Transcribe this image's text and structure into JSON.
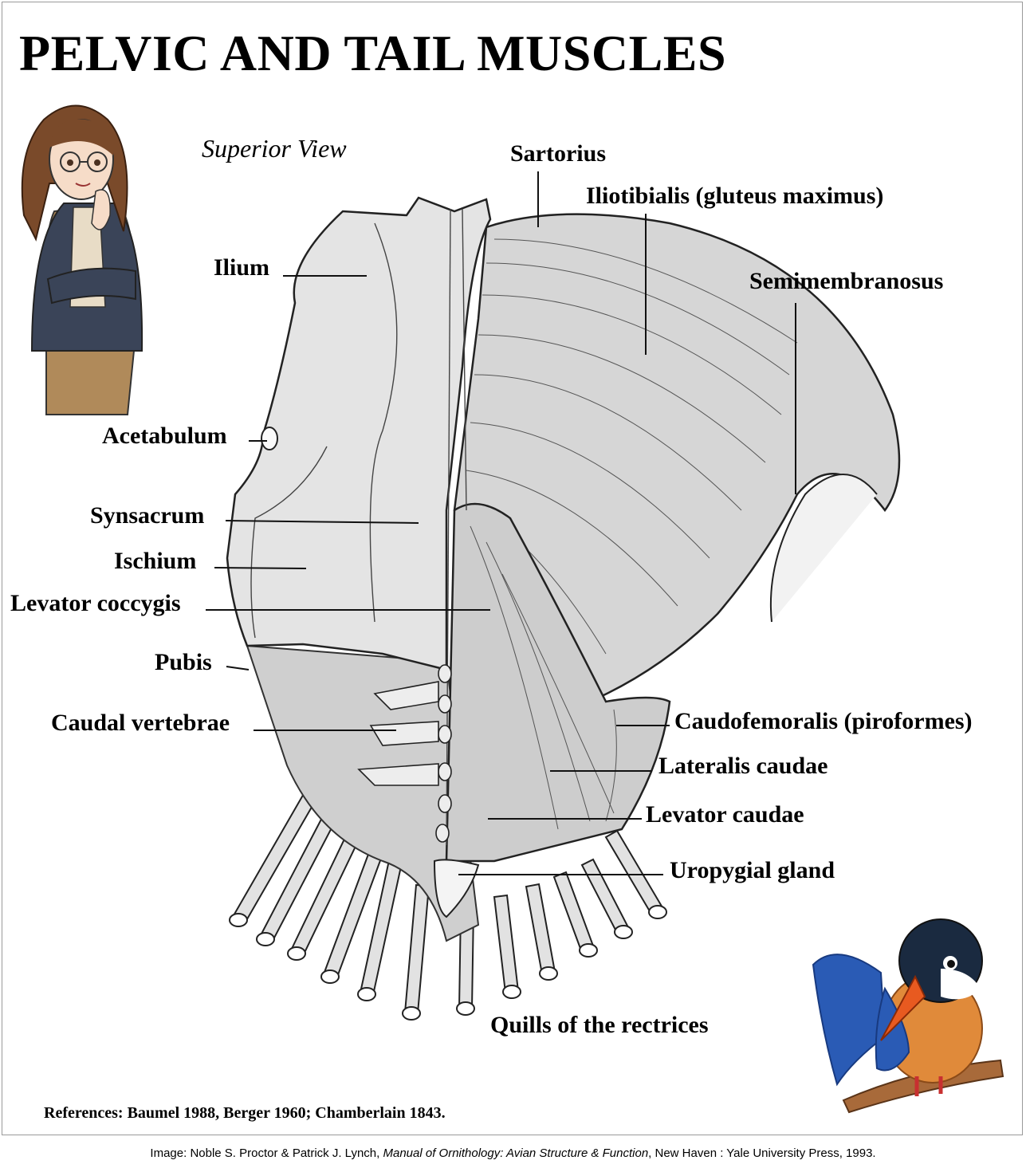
{
  "title": "PELVIC AND TAIL MUSCLES",
  "view": "Superior View",
  "labels": {
    "sartorius": "Sartorius",
    "iliotibialis": "Iliotibialis (gluteus maximus)",
    "semimembranosus": "Semimembranosus",
    "ilium": "Ilium",
    "acetabulum": "Acetabulum",
    "synsacrum": "Synsacrum",
    "ischium": "Ischium",
    "levator_coccygis": "Levator coccygis",
    "pubis": "Pubis",
    "caudal_vertebrae": "Caudal vertebrae",
    "caudofemoralis": "Caudofemoralis (piroformes)",
    "lateralis_caudae": "Lateralis caudae",
    "levator_caudae": "Levator caudae",
    "uropygial_gland": "Uropygial gland",
    "quills": "Quills of the rectrices"
  },
  "references": "References: Baumel 1988, Berger 1960; Chamberlain 1843.",
  "credit": {
    "prefix": "Image: Noble S. Proctor & Patrick J. Lynch, ",
    "book": "Manual of Ornithology: Avian Structure & Function",
    "suffix": ", New Haven : Yale University Press, 1993."
  },
  "colors": {
    "bone": "#e4e4e4",
    "muscle": "#d2d2d2",
    "line": "#1a1a1a",
    "bird_blue": "#2a5bb5",
    "bird_orange": "#e08a3a"
  }
}
